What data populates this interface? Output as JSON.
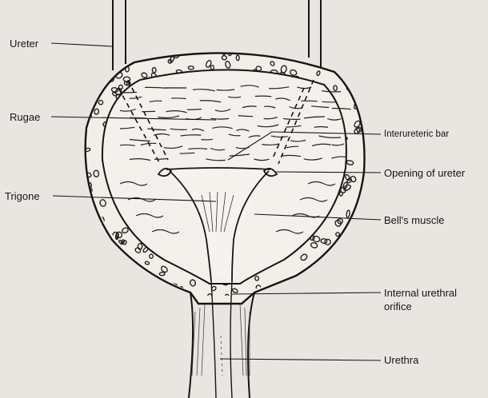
{
  "labels": {
    "ureter": "Ureter",
    "rugae": "Rugae",
    "trigone": "Trigone",
    "interureteric_bar": "Interureteric bar",
    "opening_of_ureter": "Opening of ureter",
    "bells_muscle": "Bell's muscle",
    "internal_urethral_orifice": "Internal urethral\norifice",
    "urethra": "Urethra"
  },
  "colors": {
    "paper": "#e9e6e1",
    "ink": "#151515",
    "wall": "#f2efe9"
  }
}
